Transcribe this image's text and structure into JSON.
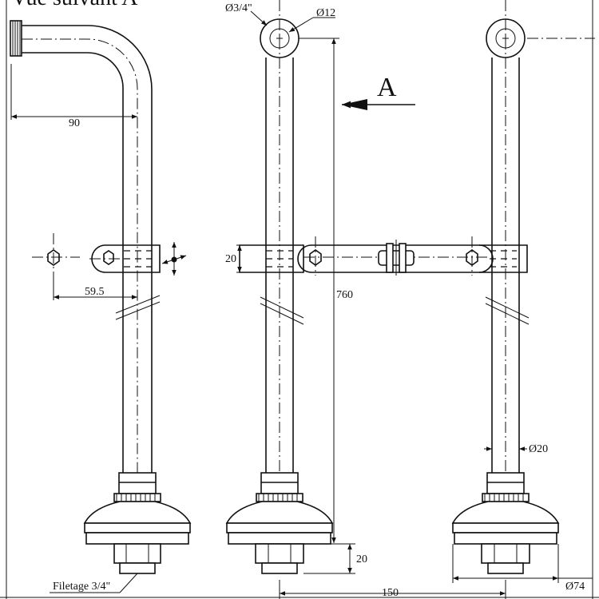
{
  "view_title": "Vue suivant A",
  "view_label": "A",
  "dimensions": {
    "d_inlet": "Ø3/4\"",
    "d_hole": "Ø12",
    "reach": "90",
    "bracket_offset": "59.5",
    "height": "760",
    "bracket_width": "20",
    "d_tube": "Ø20",
    "base_height": "20",
    "spacing": "150",
    "d_base": "Ø74"
  },
  "callouts": {
    "thread": "Filetage 3/4\""
  }
}
